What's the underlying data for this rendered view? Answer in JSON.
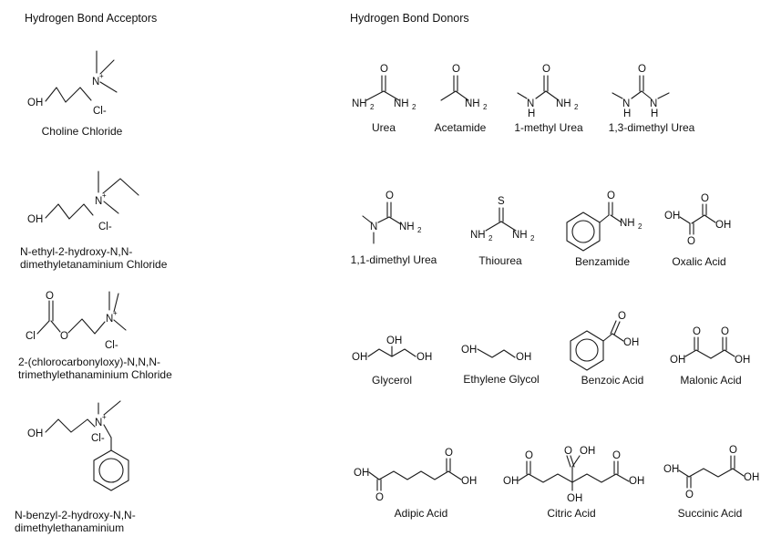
{
  "headers": {
    "acceptors": "Hydrogen Bond Acceptors",
    "donors": "Hydrogen Bond Donors"
  },
  "acceptors": [
    {
      "name": "Choline Chloride"
    },
    {
      "name_line1": "N-ethyl-2-hydroxy-N,N-",
      "name_line2": "dimethyletanaminium Chloride"
    },
    {
      "name_line1": "2-(chlorocarbonyloxy)-N,N,N-",
      "name_line2": "trimethylethanaminium Chloride"
    },
    {
      "name_line1": "N-benzyl-2-hydroxy-N,N-",
      "name_line2": "dimethylethanaminium"
    }
  ],
  "donors": [
    {
      "name": "Urea"
    },
    {
      "name": "Acetamide"
    },
    {
      "name": "1-methyl Urea"
    },
    {
      "name": "1,3-dimethyl Urea"
    },
    {
      "name": "1,1-dimethyl Urea"
    },
    {
      "name": "Thiourea"
    },
    {
      "name": "Benzamide"
    },
    {
      "name": "Oxalic Acid"
    },
    {
      "name": "Glycerol"
    },
    {
      "name": "Ethylene Glycol"
    },
    {
      "name": "Benzoic Acid"
    },
    {
      "name": "Malonic Acid"
    },
    {
      "name": "Adipic Acid"
    },
    {
      "name": "Citric Acid"
    },
    {
      "name": "Succinic Acid"
    }
  ],
  "atoms": {
    "O": "O",
    "OH": "OH",
    "N": "N",
    "Nplus": "+",
    "H": "H",
    "NH": "NH",
    "NH2": "NH",
    "sub2": "2",
    "Cl": "Cl",
    "Clminus": "Cl-",
    "S": "S"
  }
}
